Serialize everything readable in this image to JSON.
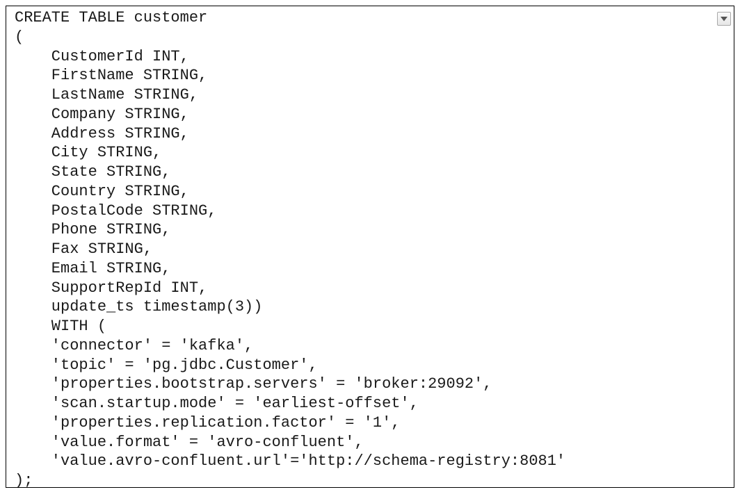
{
  "editor": {
    "language": "sql",
    "lines": [
      "CREATE TABLE customer",
      "(",
      "    CustomerId INT,",
      "    FirstName STRING,",
      "    LastName STRING,",
      "    Company STRING,",
      "    Address STRING,",
      "    City STRING,",
      "    State STRING,",
      "    Country STRING,",
      "    PostalCode STRING,",
      "    Phone STRING,",
      "    Fax STRING,",
      "    Email STRING,",
      "    SupportRepId INT,",
      "    update_ts timestamp(3))",
      "    WITH (",
      "    'connector' = 'kafka',",
      "    'topic' = 'pg.jdbc.Customer',",
      "    'properties.bootstrap.servers' = 'broker:29092',",
      "    'scan.startup.mode' = 'earliest-offset',",
      "    'properties.replication.factor' = '1',",
      "    'value.format' = 'avro-confluent',",
      "    'value.avro-confluent.url'='http://schema-registry:8081'",
      ");"
    ],
    "dropdown_icon": "triangle-down-icon",
    "colors": {
      "text": "#1a1a1a",
      "border": "#000000",
      "background": "#ffffff"
    }
  }
}
